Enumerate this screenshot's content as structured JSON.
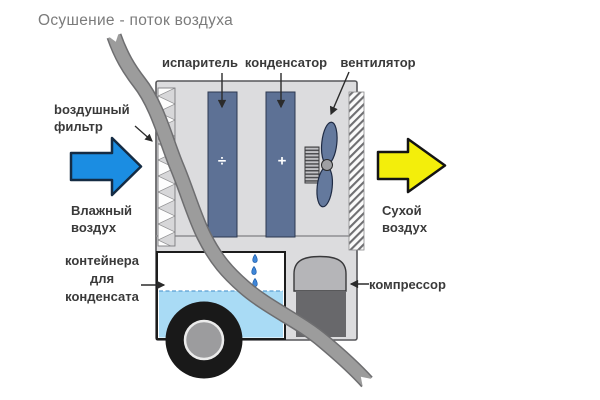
{
  "title": "Осушение - поток воздуха",
  "labels": {
    "evaporator": "испаритель",
    "condenser": "конденсатор",
    "fan": "вентилятор",
    "air_filter": {
      "line1": "bоздушный",
      "line2": "фильтр"
    },
    "wet_air": {
      "line1": "Влажный",
      "line2": "воздух"
    },
    "dry_air": {
      "line1": "Сухой",
      "line2": "воздух"
    },
    "condensate_container": {
      "line1": "контейнера",
      "line2": "для",
      "line3": "конденсата"
    },
    "compressor": "компрессор"
  },
  "symbols": {
    "evaporator_cold": "÷",
    "condenser_hot": "+"
  },
  "colors": {
    "title_text": "#7b7b7b",
    "label_text": "#3a3a3a",
    "cabinet_fill": "#dcdcde",
    "coil_fill": "#5d7195",
    "wet_air_arrow": "#1b8de2",
    "dry_air_arrow": "#f3ee0b",
    "water_fill": "#a9dbf5",
    "droplet": "#3f86d8",
    "airflow_band": "#9c9c9c"
  }
}
